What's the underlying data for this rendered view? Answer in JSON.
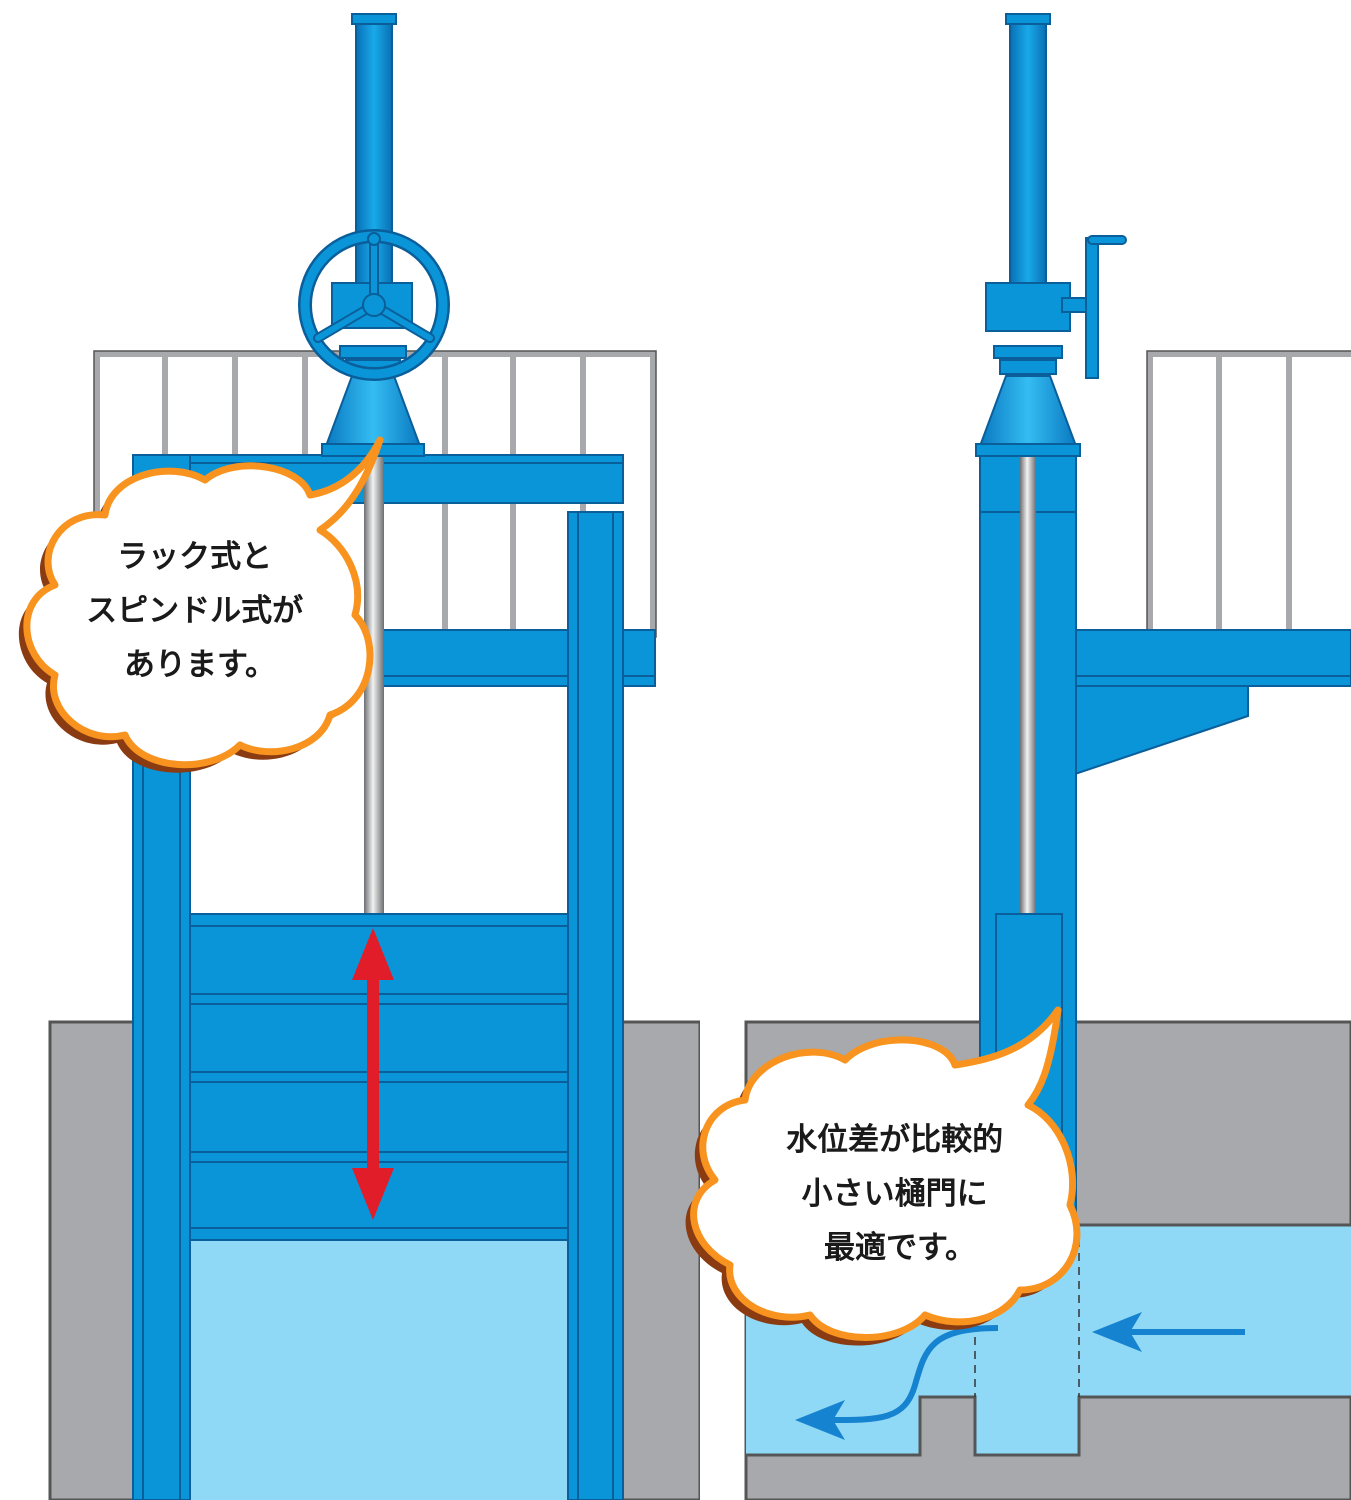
{
  "callouts": {
    "left": {
      "lines": [
        "ラック式と",
        "スピンドル式が",
        "あります。"
      ]
    },
    "right": {
      "lines": [
        "水位差が比較的",
        "小さい樋門に",
        "最適です。"
      ]
    }
  },
  "colors": {
    "steel_blue": "#0a95d8",
    "steel_edge": "#0a5e9a",
    "water": "#8fd9f6",
    "concrete": "#a7a9ac",
    "concrete_edge": "#555555",
    "railing": "#a7a9ac",
    "arrow_red": "#e11d2a",
    "flow_arrow": "#1583cf",
    "bubble_fill": "#ffffff",
    "bubble_outline": "#f7931e",
    "bubble_shadow": "#8a3b12"
  },
  "icons": {
    "handwheel": "handwheel-icon",
    "crank": "crank-handle-icon",
    "updown": "double-headed-arrow-icon",
    "flow": "flow-arrow-icon"
  }
}
